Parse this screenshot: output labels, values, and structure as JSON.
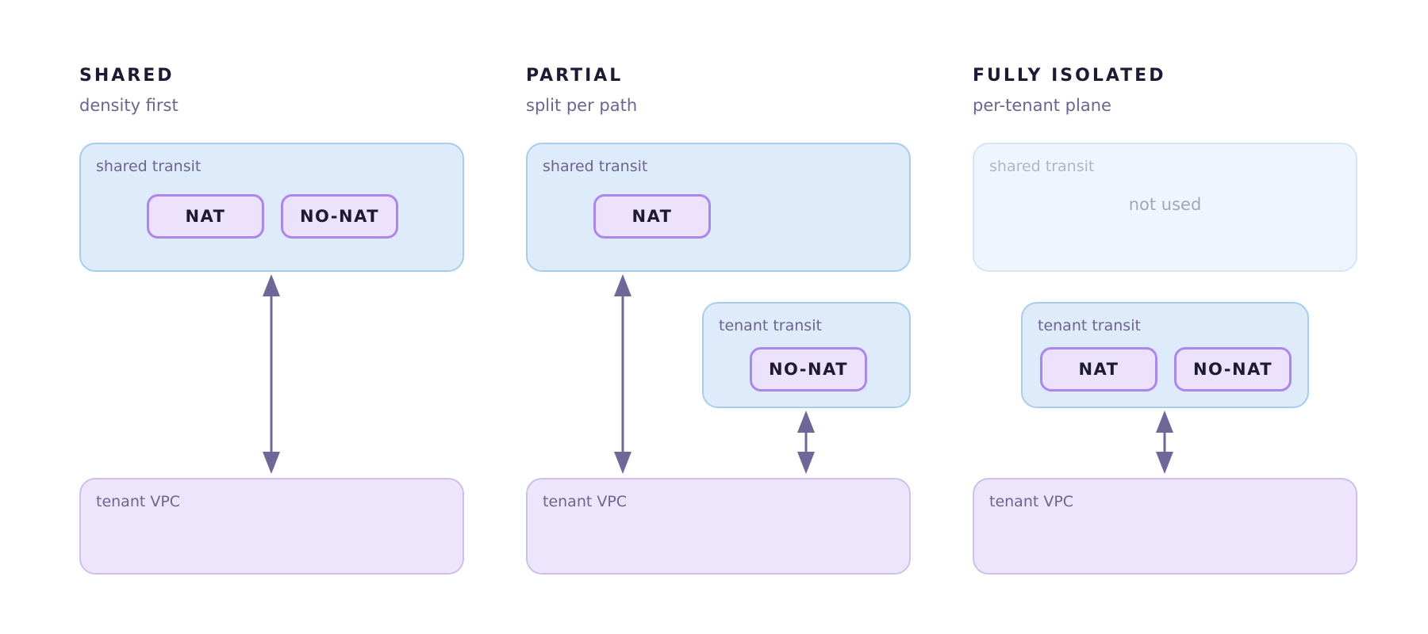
{
  "colors": {
    "title": "#1d1a33",
    "subtitle": "#6c6590",
    "transit_fill": "#deebfb",
    "transit_border": "#a8cdeb",
    "vpc_fill": "#ede5fb",
    "vpc_border": "#cfbfed",
    "pill_fill": "#ede2fd",
    "pill_border": "#ac87ea",
    "arrow": "#6f6798"
  },
  "columns": [
    {
      "title": "SHARED",
      "subtitle": "density first",
      "shared_transit": {
        "label": "shared transit",
        "pills": [
          "NAT",
          "NO-NAT"
        ]
      },
      "tenant_vpc": {
        "label": "tenant VPC"
      }
    },
    {
      "title": "PARTIAL",
      "subtitle": "split per path",
      "shared_transit": {
        "label": "shared transit",
        "pills": [
          "NAT"
        ]
      },
      "tenant_transit": {
        "label": "tenant transit",
        "pills": [
          "NO-NAT"
        ]
      },
      "tenant_vpc": {
        "label": "tenant VPC"
      }
    },
    {
      "title": "FULLY ISOLATED",
      "subtitle": "per-tenant plane",
      "shared_transit": {
        "label": "shared transit",
        "note": "not used"
      },
      "tenant_transit": {
        "label": "tenant transit",
        "pills": [
          "NAT",
          "NO-NAT"
        ]
      },
      "tenant_vpc": {
        "label": "tenant VPC"
      }
    }
  ]
}
